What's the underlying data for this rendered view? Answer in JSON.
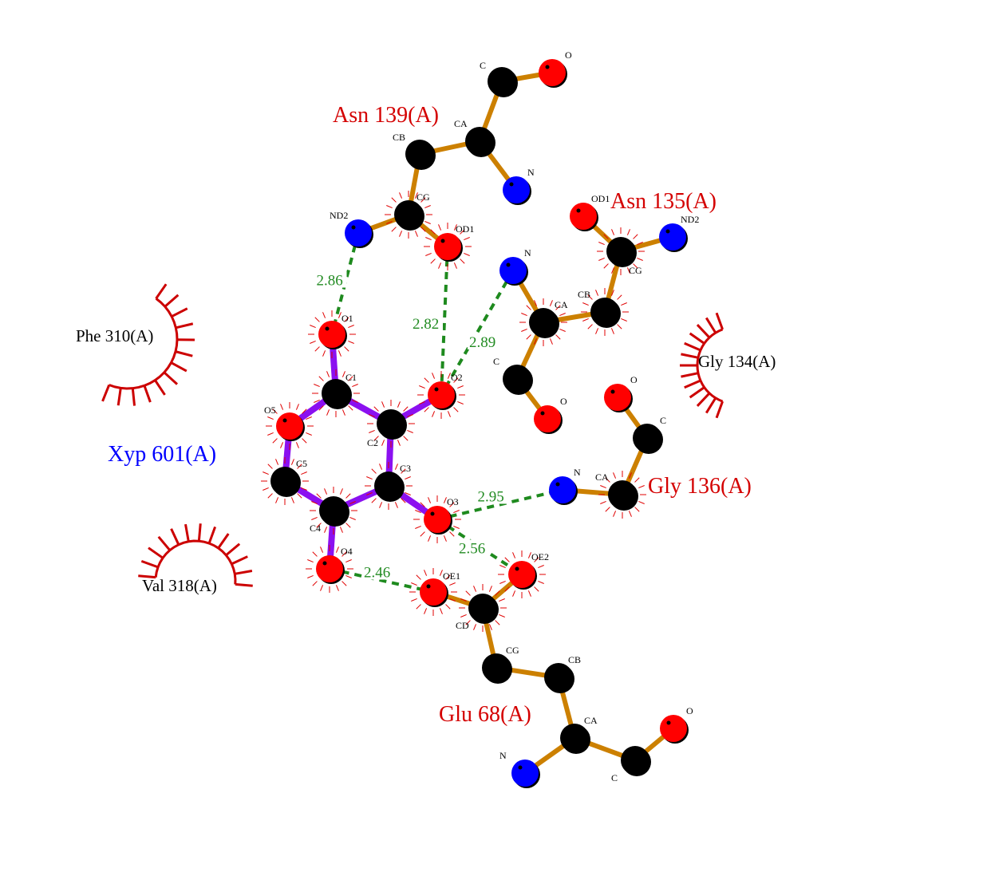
{
  "colors": {
    "ligand_bond": "#8b10f0",
    "residue_bond": "#cc8000",
    "hbond": "#1e8a1e",
    "carbon": "#000000",
    "oxygen": "#ff0000",
    "nitrogen": "#0000ff",
    "residue_label": "#d40000",
    "ligand_label": "#0000ff",
    "hydrophobic": "#cc0000"
  },
  "ligand": {
    "name": "Xyp 601(A)",
    "atoms": {
      "O1": "O1",
      "C1": "C1",
      "C2": "C2",
      "O2": "O2",
      "C3": "C3",
      "O3": "O3",
      "C4": "C4",
      "O4": "O4",
      "C5": "C5",
      "O5": "O5"
    }
  },
  "residues": {
    "asn139": {
      "name": "Asn 139(A)",
      "atoms": {
        "C": "C",
        "O": "O",
        "CA": "CA",
        "CB": "CB",
        "N": "N",
        "CG": "CG",
        "ND2": "ND2",
        "OD1": "OD1"
      }
    },
    "asn135": {
      "name": "Asn 135(A)",
      "atoms": {
        "OD1": "OD1",
        "CG": "CG",
        "ND2": "ND2",
        "CB": "CB",
        "CA": "CA",
        "N": "N",
        "C": "C",
        "O": "O"
      }
    },
    "gly136": {
      "name": "Gly 136(A)",
      "atoms": {
        "O": "O",
        "C": "C",
        "CA": "CA",
        "N": "N"
      }
    },
    "glu68": {
      "name": "Glu 68(A)",
      "atoms": {
        "OE1": "OE1",
        "CD": "CD",
        "OE2": "OE2",
        "CG": "CG",
        "CB": "CB",
        "CA": "CA",
        "N": "N",
        "C": "C",
        "O": "O"
      }
    }
  },
  "hydrophobic_contacts": {
    "phe310": "Phe 310(A)",
    "val318": "Val 318(A)",
    "gly134": "Gly 134(A)"
  },
  "hbonds": {
    "hb1": "2.86",
    "hb2": "2.82",
    "hb3": "2.89",
    "hb4": "2.95",
    "hb5": "2.56",
    "hb6": "2.46"
  }
}
